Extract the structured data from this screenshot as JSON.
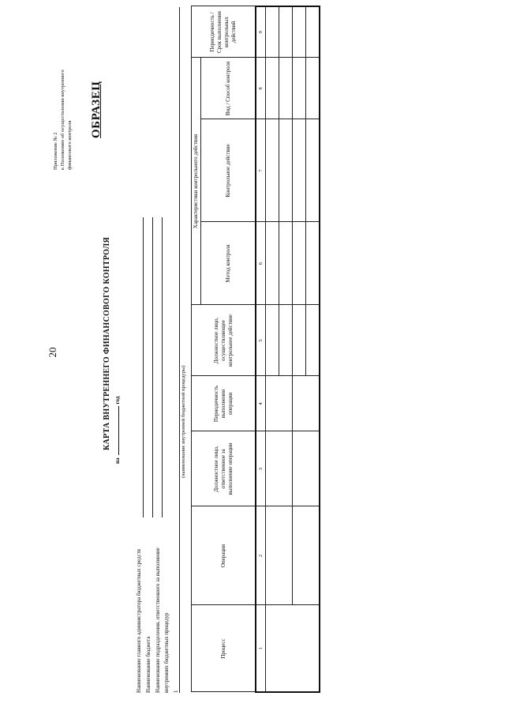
{
  "page_number": "20",
  "appendix_note": {
    "line1": "Приложение № 2",
    "line2": "к Положению об осуществлении внутреннего",
    "line3": "финансового контроля"
  },
  "watermark": "ОБРАЗЕЦ",
  "title": "КАРТА ВНУТРЕННЕГО ФИНАНСОВОГО КОНТРОЛЯ",
  "year_prefix": "на",
  "year_suffix": "год",
  "fields": [
    "Наименование главного администратора бюджетных средств",
    "Наименование бюджета",
    "Наименование подразделения, ответственного за выполнение",
    "внутренних бюджетных процедур"
  ],
  "index_marker": "1",
  "procedure_caption": "(наименование внутренней бюджетной процедуры)",
  "table": {
    "columns": [
      "Процесс",
      "Операция",
      "Должностное лицо, ответственное за выполнение операции",
      "Периодичность выполнения операции",
      "Должностное лицо, осуществляющее контрольное действие",
      "Метод контроля",
      "Контрольное действие",
      "Вид / Способ контроля",
      "Периодичность / Срок выполнения контрольных действий"
    ],
    "group_header": "Характеристики контрольного действия",
    "numbers": [
      "1",
      "2",
      "3",
      "4",
      "5",
      "6",
      "7",
      "8",
      "9"
    ]
  }
}
